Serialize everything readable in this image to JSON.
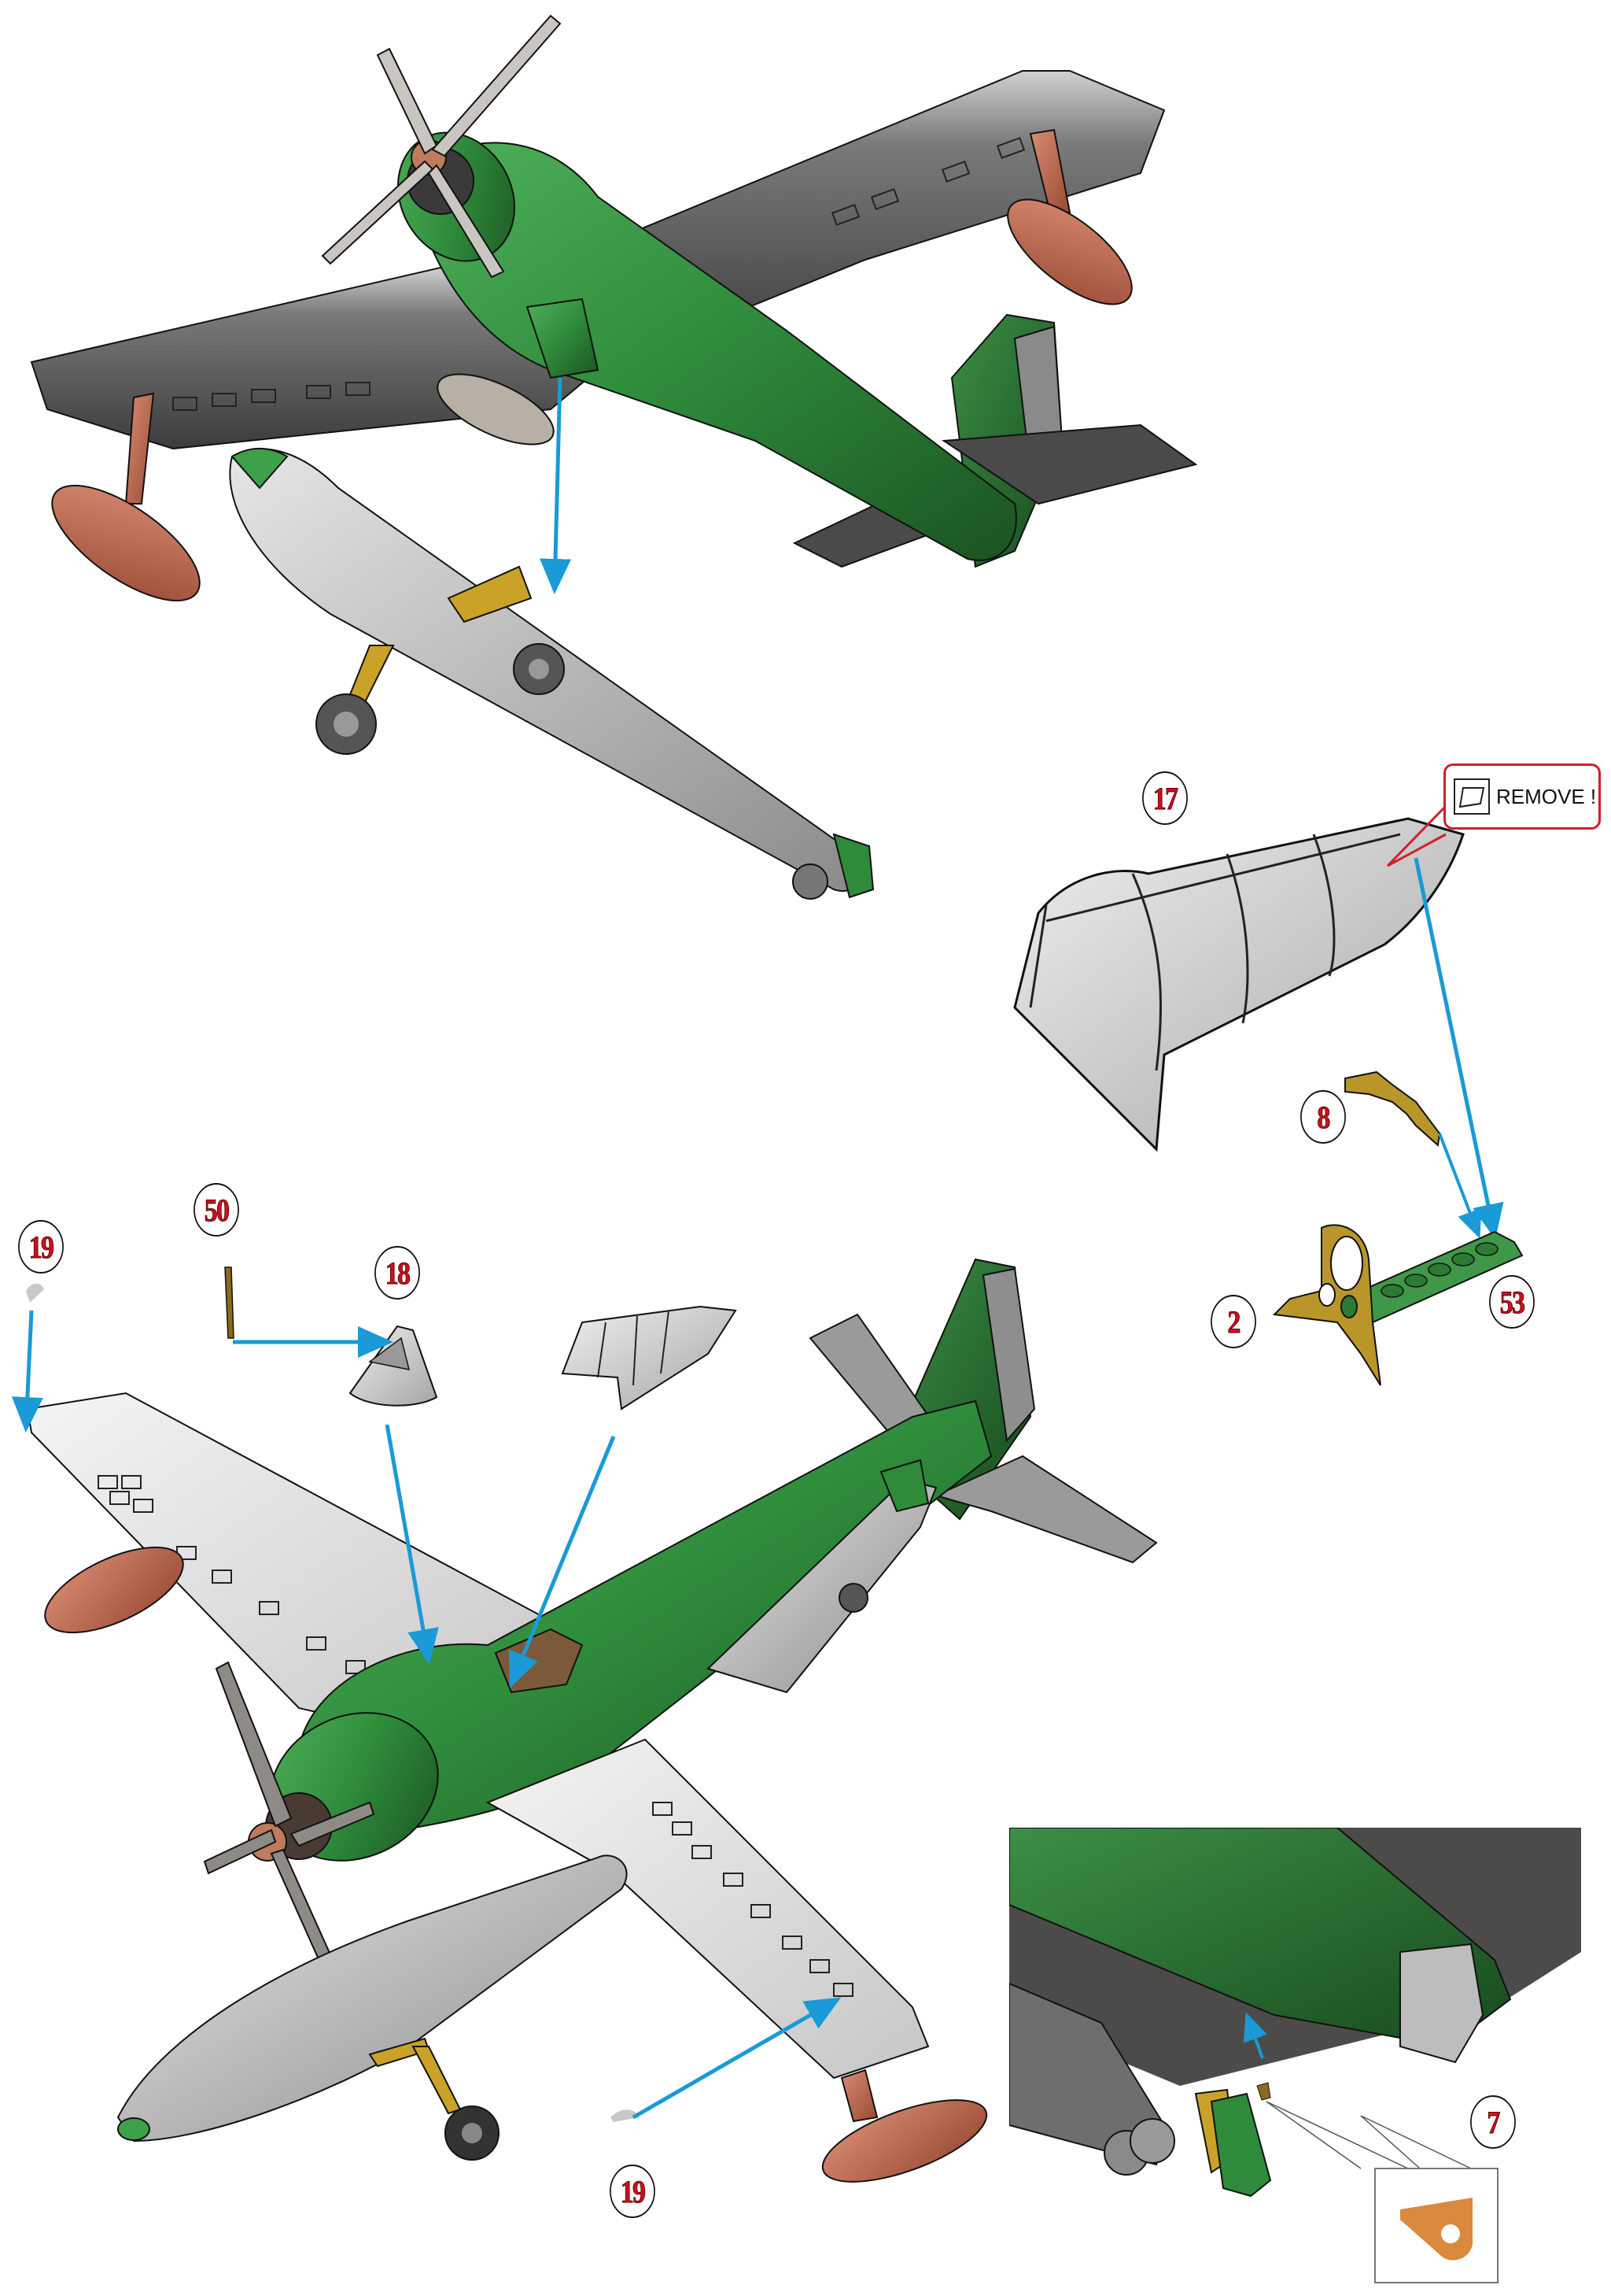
{
  "page": {
    "type": "model kit assembly instructions",
    "background": "#ffffff"
  },
  "colors": {
    "fuselage_green": "#2e8b3a",
    "fuselage_green_dark": "#1d5e27",
    "wing_grey_dark": "#4a4a4a",
    "wing_grey_light": "#d9d9d9",
    "float_copper": "#c06a50",
    "photoetch_yellow": "#c9a227",
    "canopy_grey": "#b8b8b8",
    "arrow_blue": "#1a9ad6",
    "callout_red": "#d0101a",
    "remove_border": "#d0202a",
    "part7_orange": "#d98a3c"
  },
  "callouts": [
    {
      "id": "17",
      "label": "17",
      "part": "rear canopy"
    },
    {
      "id": "8",
      "label": "8",
      "part": "photo-etch armor plate"
    },
    {
      "id": "2",
      "label": "2",
      "part": "photo-etch gunsight frame"
    },
    {
      "id": "53",
      "label": "53",
      "part": "instrument panel bar"
    },
    {
      "id": "50",
      "label": "50",
      "part": "antenna mast"
    },
    {
      "id": "18",
      "label": "18",
      "part": "front windscreen"
    },
    {
      "id": "19a",
      "label": "19",
      "part": "wingtip light (left)"
    },
    {
      "id": "19b",
      "label": "19",
      "part": "wingtip light (right)"
    },
    {
      "id": "7",
      "label": "7",
      "part": "tail tie-down lug"
    }
  ],
  "notes": {
    "remove_label": "REMOVE !",
    "remove_icon": "cut-part-icon"
  },
  "views": [
    {
      "name": "upper-view",
      "content": "aircraft underside, main float attaching to fuselage"
    },
    {
      "name": "canopy-subassembly",
      "content": "canopy 17 with parts 8, 2, 53"
    },
    {
      "name": "lower-view",
      "content": "aircraft top, canopy 17, windscreen 18, antenna 50, wingtip lights 19"
    },
    {
      "name": "tail-detail-inset",
      "content": "rear fuselage underside with part 7 and zoom box"
    }
  ]
}
